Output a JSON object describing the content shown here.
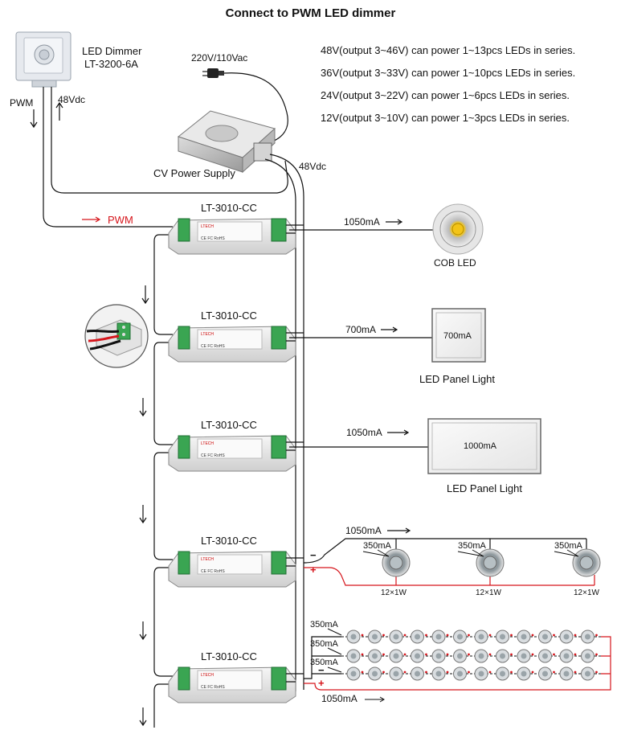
{
  "title": "Connect to PWM LED dimmer",
  "notes": [
    "48V(output 3~46V) can power 1~13pcs LEDs in series.",
    "36V(output 3~33V) can power 1~10pcs LEDs in series.",
    "24V(output 3~22V) can power 1~6pcs LEDs in series.",
    "12V(output 3~10V) can power 1~3pcs LEDs in series."
  ],
  "dimmer": {
    "name": "LED Dimmer",
    "model": "LT-3200-6A",
    "pwm": "PWM",
    "vdc": "48Vdc"
  },
  "mains": "220V/110Vac",
  "power_supply": {
    "label": "CV Power Supply",
    "output": "48Vdc"
  },
  "pwm_signal": "PWM",
  "driver_model": "LT-3010-CC",
  "driver_brand": "LTECH",
  "driver_rohs": "CE FC RoHS",
  "loads": {
    "cob": {
      "current": "1050mA",
      "label": "COB LED"
    },
    "panel1": {
      "current": "700mA",
      "inner": "700mA",
      "label": "LED Panel Light"
    },
    "panel2": {
      "current": "1050mA",
      "inner": "1000mA",
      "label": "LED Panel Light"
    },
    "downlights": {
      "current": "1050mA",
      "branch_current": "350mA",
      "rating": "12×1W",
      "minus": "−",
      "plus": "+"
    },
    "strings": {
      "branch_current": "350mA",
      "total_current": "1050mA",
      "minus": "−",
      "plus": "+"
    }
  },
  "colors": {
    "wire": "#111111",
    "positive": "#d6161c",
    "driver_body": "#e8e8e8",
    "terminal": "#3aa552"
  }
}
